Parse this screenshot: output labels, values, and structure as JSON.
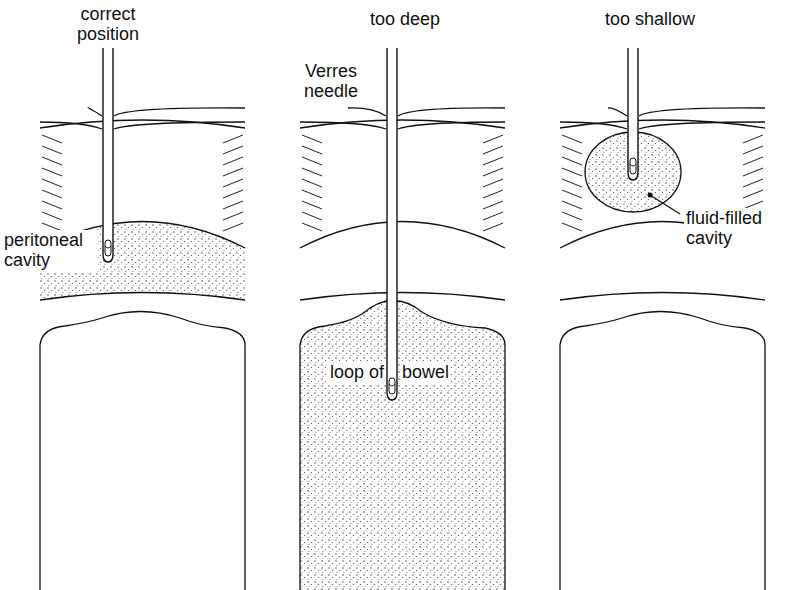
{
  "diagram": {
    "labels": [
      "correct position",
      "too deep",
      "too shallow",
      "Verres needle",
      "peritoneal cavity",
      "loop of",
      "bowel",
      "fluid-filled cavity"
    ]
  }
}
